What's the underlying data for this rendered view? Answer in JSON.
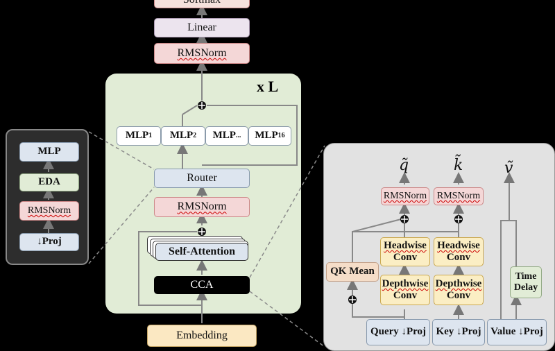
{
  "top": {
    "softmax": "Softmax",
    "linear": "Linear",
    "rmsnorm": "RMSNorm"
  },
  "block": {
    "repeat_label": "x L",
    "mlp1": "MLP",
    "mlp1_sub": "1",
    "mlp2": "MLP",
    "mlp2_sub": "2",
    "mlpdots": "MLP",
    "mlpdots_sub": "...",
    "mlp16": "MLP",
    "mlp16_sub": "16",
    "router": "Router",
    "rmsnorm": "RMSNorm",
    "self_attention": "Self-Attention",
    "cca": "CCA"
  },
  "embedding": "Embedding",
  "left_detail": {
    "mlp": "MLP",
    "eda": "EDA",
    "rmsnorm": "RMSNorm",
    "proj": "↓Proj"
  },
  "right_detail": {
    "q_symbol": "q̃",
    "k_symbol": "k̃",
    "v_symbol": "ṽ",
    "rmsnorm_q": "RMSNorm",
    "rmsnorm_k": "RMSNorm",
    "headwise_q_1": "Headwise",
    "headwise_q_2": "Conv",
    "headwise_k_1": "Headwise",
    "headwise_k_2": "Conv",
    "depthwise_q_1": "Depthwise",
    "depthwise_q_2": "Conv",
    "depthwise_k_1": "Depthwise",
    "depthwise_k_2": "Conv",
    "qk_mean": "QK Mean",
    "time_delay_1": "Time",
    "time_delay_2": "Delay",
    "query_proj": "Query ↓Proj",
    "key_proj": "Key ↓Proj",
    "value_proj": "Value ↓Proj"
  }
}
